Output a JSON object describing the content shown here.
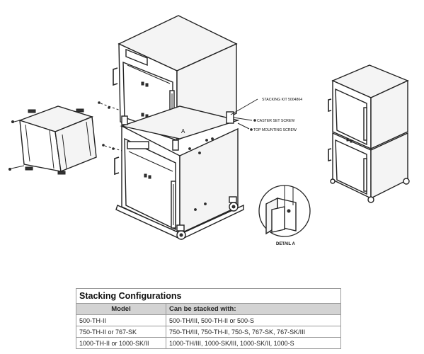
{
  "callouts": {
    "stacking_kit": "STACKING KIT 5004864",
    "caster_set_screw": "CASTER SET SCREW",
    "top_mounting_screw": "TOP MOUNTING SCREW",
    "detail_ref": "A",
    "detail_label": "DETAIL A"
  },
  "table": {
    "title": "Stacking Configurations",
    "headers": [
      "Model",
      "Can be stacked with:"
    ],
    "rows": [
      [
        "500-TH-II",
        "500-TH/III, 500-TH-II or 500-S"
      ],
      [
        "750-TH-II or 767-SK",
        "750-TH/III, 750-TH-II, 750-S, 767-SK, 767-SK/III"
      ],
      [
        "1000-TH-II or 1000-SK/II",
        "1000-TH/III, 1000-SK/III, 1000-SK/II, 1000-S"
      ]
    ]
  }
}
